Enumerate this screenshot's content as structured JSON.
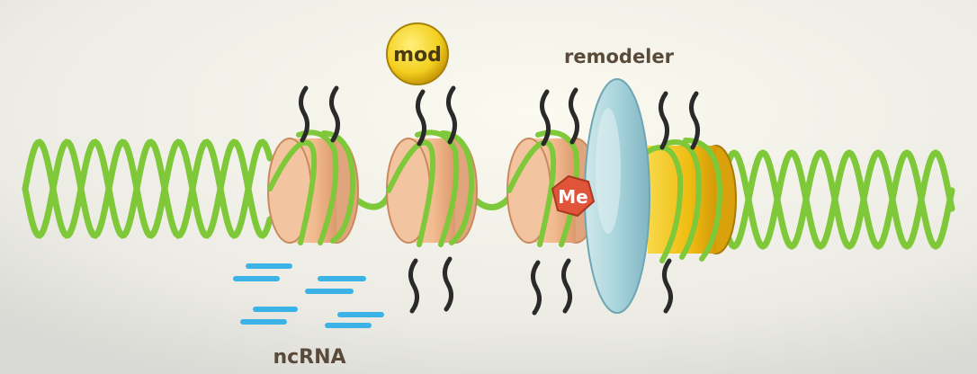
{
  "labels": {
    "mod": "mod",
    "remodeler": "remodeler",
    "methyl": "Me",
    "ncrna": "ncRNA"
  },
  "colors": {
    "dna": "#7fc83a",
    "dna_highlight": "#b7e86a",
    "histone": "#f1b98e",
    "histone_edge": "#c98a5f",
    "histone_active": "#f2c51c",
    "tail": "#2a2a2a",
    "mod_ball": "#f6d52a",
    "remodeler": "#a9d4dc",
    "methyl": "#e0553a",
    "ncrna": "#3bb3e6"
  },
  "icons": {
    "histone": "nucleosome-cylinder",
    "tail": "histone-tail-squiggle",
    "methyl": "hexagon",
    "mod": "circle",
    "remodeler": "ellipse-disc",
    "ncrna": "dash-line"
  }
}
